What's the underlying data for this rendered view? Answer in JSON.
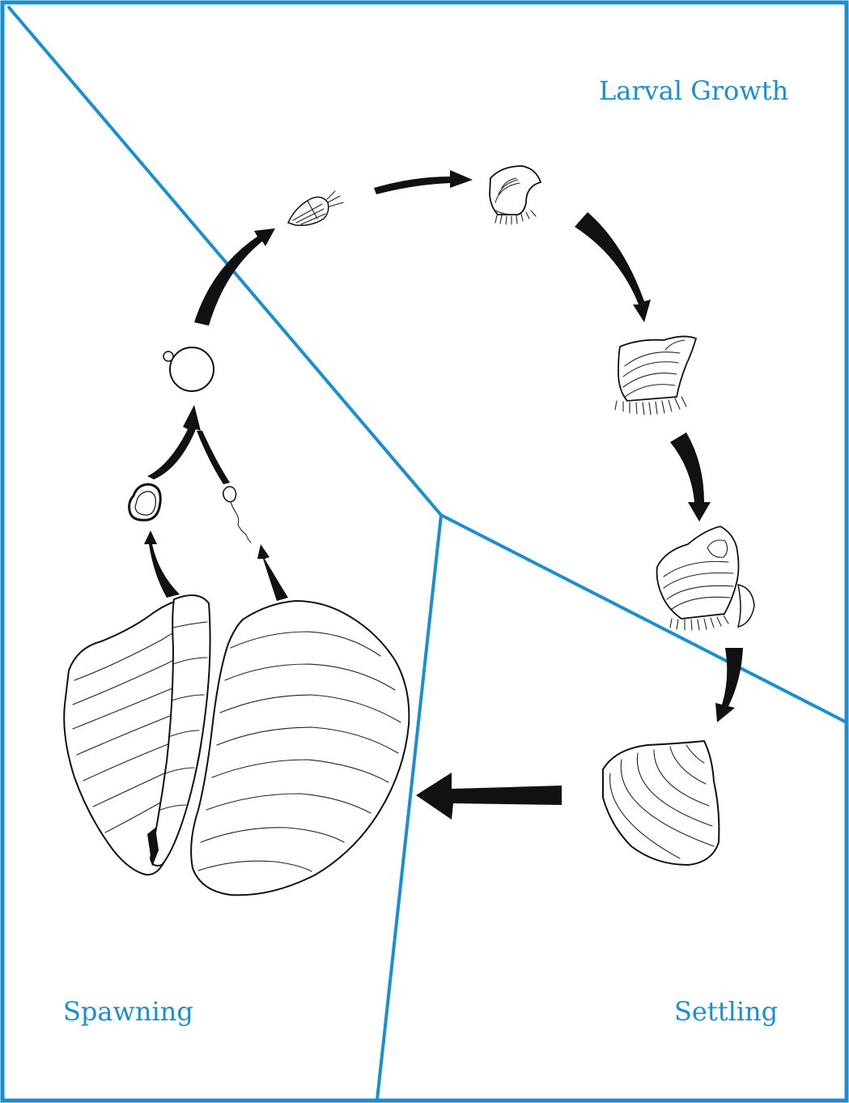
{
  "regions": {
    "larval_growth": "Larval Growth",
    "spawning": "Spawning",
    "settling": "Settling"
  },
  "colors": {
    "border": "#1a8fcf",
    "label": "#1a8fcf",
    "ink": "#111111",
    "background": "#ffffff"
  }
}
